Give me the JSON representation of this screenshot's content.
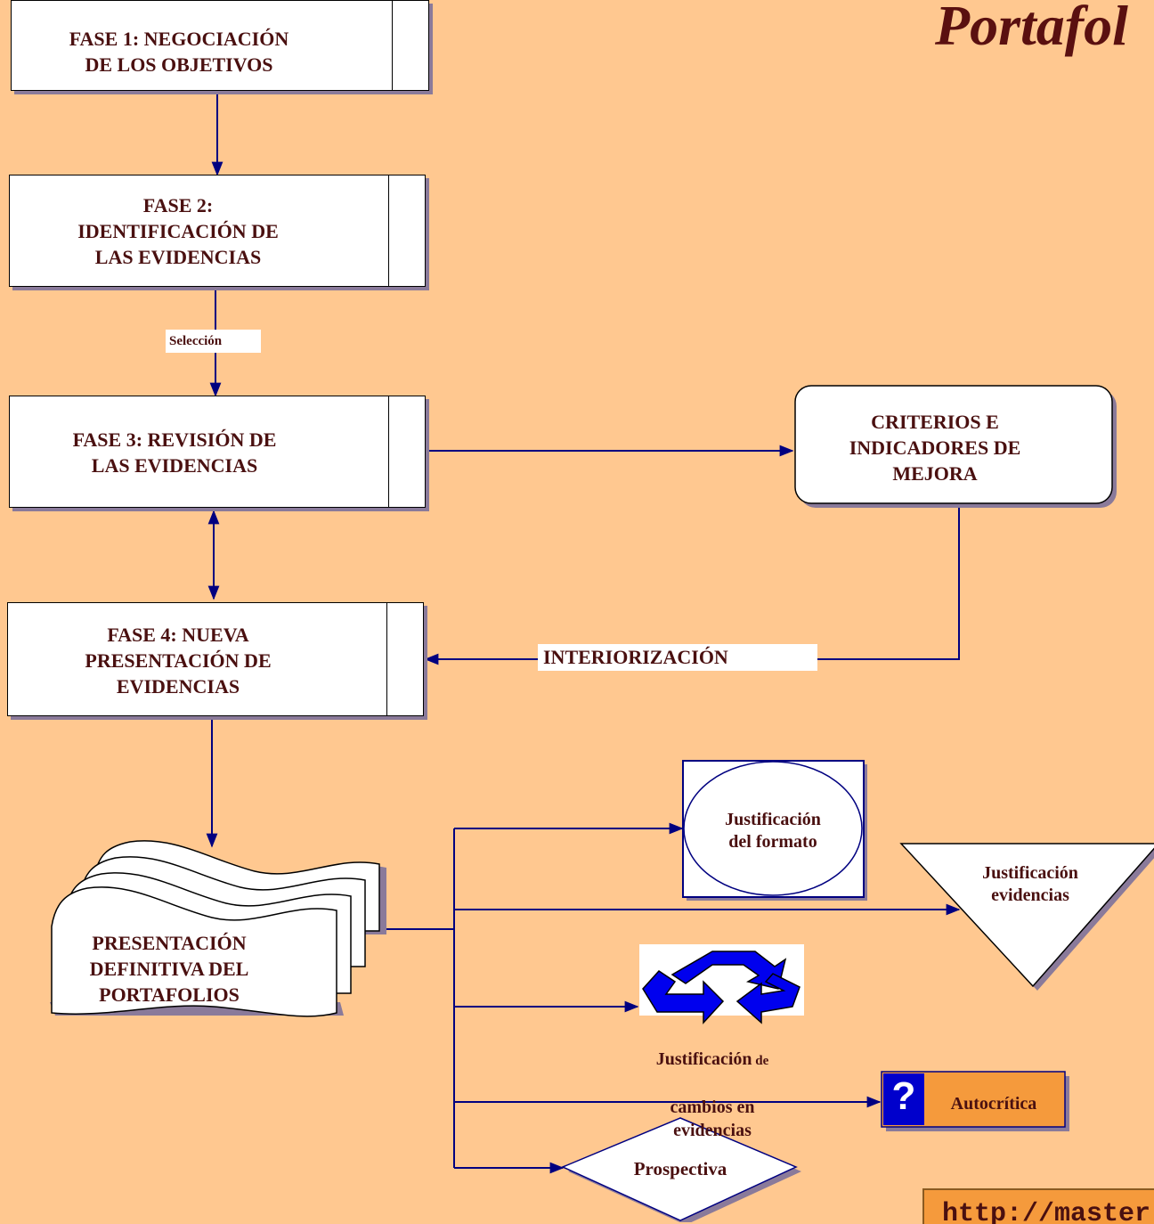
{
  "title": "Portafol",
  "phases": {
    "fase1": "FASE 1: NEGOCIACIÓN\nDE LOS OBJETIVOS",
    "fase2": "FASE 2:\nIDENTIFICACIÓN DE\nLAS EVIDENCIAS",
    "fase3": "FASE 3: REVISIÓN DE\nLAS EVIDENCIAS",
    "fase4": "FASE 4: NUEVA\nPRESENTACIÓN DE\nEVIDENCIAS"
  },
  "criterios": "CRITERIOS E\nINDICADORES DE\nMEJORA",
  "seleccion": "Selección",
  "interiorizacion": "INTERIORIZACIÓN",
  "presentacion": "PRESENTACIÓN\nDEFINITIVA DEL\nPORTAFOLIOS",
  "outputs": {
    "formato": "Justificación\ndel formato",
    "evidencias": "Justificación\nevidencias",
    "cambios_line1": "Justificación",
    "cambios_de": " de",
    "cambios_rest": "cambios en\nevidencias",
    "autocritica": "Autocrítica",
    "prospectiva": "Prospectiva"
  },
  "url": "http://master",
  "colors": {
    "background": "#FFC890",
    "arrow": "#000080",
    "text": "#4a1010",
    "recycle": "#0000EE",
    "autocritica_bg": "#F59A3C",
    "question_bg": "#0000CC"
  },
  "icons": [
    "recycle-icon",
    "question-icon"
  ]
}
